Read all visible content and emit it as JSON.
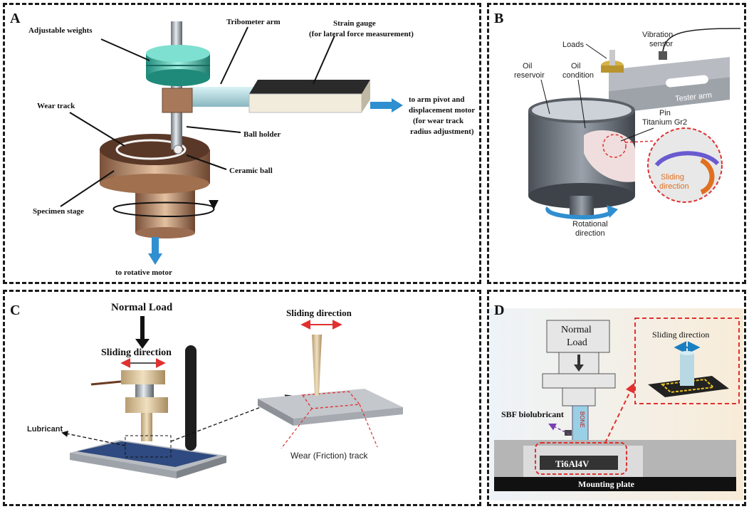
{
  "panels": {
    "A": {
      "letter": "A",
      "labels": {
        "adjustable_weights": "Adjustable weights",
        "tribometer_arm": "Tribometer arm",
        "strain_gauge_1": "Strain gauge",
        "strain_gauge_2": "(for lateral force measurement)",
        "wear_track": "Wear track",
        "ball_holder": "Ball holder",
        "ceramic_ball": "Ceramic ball",
        "specimen_stage": "Specimen stage",
        "arm_pivot_1": "to arm pivot and",
        "arm_pivot_2": "displacement motor",
        "arm_pivot_3": "(for wear track",
        "arm_pivot_4": "radius adjustment)",
        "rotative_motor": "to rotative motor"
      }
    },
    "B": {
      "letter": "B",
      "labels": {
        "loads": "Loads",
        "vibration_1": "Vibration",
        "vibration_2": "sensor",
        "oil_reservoir_1": "Oil",
        "oil_reservoir_2": "reservoir",
        "oil_condition_1": "Oil",
        "oil_condition_2": "condition",
        "tester_arm": "Tester arm",
        "pin": "Pin",
        "titanium": "Titanium Gr2",
        "sliding_1": "Sliding",
        "sliding_2": "direction",
        "rotational_1": "Rotational",
        "rotational_2": "direction"
      }
    },
    "C": {
      "letter": "C",
      "labels": {
        "normal_load": "Normal Load",
        "sliding_direction_left": "Sliding direction",
        "sliding_direction_right": "Sliding direction",
        "lubricant": "Lubricant",
        "wear_track": "Wear (Friction) track"
      }
    },
    "D": {
      "letter": "D",
      "labels": {
        "normal_load_1": "Normal",
        "normal_load_2": "Load",
        "sliding_direction": "Sliding direction",
        "sbf": "SBF biolubricant",
        "bone": "BONE",
        "ti": "Ti6Al4V",
        "mounting": "Mounting plate"
      }
    }
  },
  "colors": {
    "teal": "#3fb8a8",
    "copper": "#b08060",
    "arrow_blue": "#2f8fd0",
    "red_dash": "#e03030",
    "steel": "#8a8f99"
  }
}
